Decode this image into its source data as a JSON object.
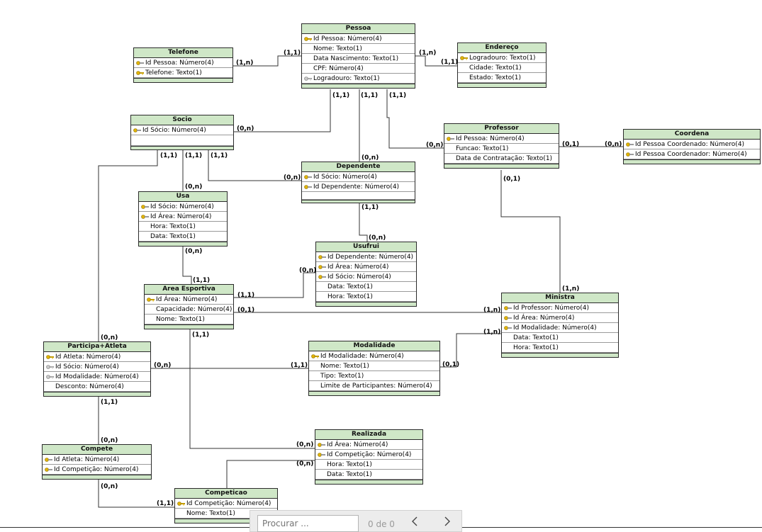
{
  "diagram": {
    "entities": {
      "pessoa": {
        "title": "Pessoa",
        "fields": [
          "Id Pessoa: Número(4)",
          "Nome: Texto(1)",
          "Data Nascimento: Texto(1)",
          "CPF: Número(4)",
          "Logradouro: Texto(1)"
        ]
      },
      "telefone": {
        "title": "Telefone",
        "fields": [
          "Id Pessoa: Número(4)",
          "Telefone: Texto(1)"
        ]
      },
      "endereco": {
        "title": "Endereço",
        "fields": [
          "Logradouro: Texto(1)",
          "Cidade: Texto(1)",
          "Estado: Texto(1)"
        ]
      },
      "socio": {
        "title": "Socio",
        "fields": [
          "Id Sócio: Número(4)"
        ]
      },
      "professor": {
        "title": "Professor",
        "fields": [
          "Id Pessoa: Número(4)",
          "Funcao: Texto(1)",
          "Data de Contratação: Texto(1)"
        ]
      },
      "coordena": {
        "title": "Coordena",
        "fields": [
          "Id Pessoa Coordenado: Número(4)",
          "Id Pessoa Coordenador: Número(4)"
        ]
      },
      "dependente": {
        "title": "Dependente",
        "fields": [
          "Id Sócio: Número(4)",
          "Id Dependente: Número(4)"
        ]
      },
      "usa": {
        "title": "Usa",
        "fields": [
          "Id Sócio: Número(4)",
          "Id Área: Número(4)",
          "Hora: Texto(1)",
          "Data: Texto(1)"
        ]
      },
      "usufrui": {
        "title": "Usufrui",
        "fields": [
          "Id Dependente: Número(4)",
          "Id Área: Número(4)",
          "Id Sócio: Número(4)",
          "Data: Texto(1)",
          "Hora: Texto(1)"
        ]
      },
      "area_esportiva": {
        "title": "Area Esportiva",
        "fields": [
          "Id Área: Número(4)",
          "Capacidade: Número(4)",
          "Nome: Texto(1)"
        ]
      },
      "ministra": {
        "title": "Ministra",
        "fields": [
          "Id Professor: Número(4)",
          "Id Área: Número(4)",
          "Id Modalidade: Número(4)",
          "Data: Texto(1)",
          "Hora: Texto(1)"
        ]
      },
      "participa_atleta": {
        "title": "Participa+Atleta",
        "fields": [
          "Id Atleta: Número(4)",
          "Id Sócio: Número(4)",
          "Id Modalidade: Número(4)",
          "Desconto: Número(4)"
        ]
      },
      "modalidade": {
        "title": "Modalidade",
        "fields": [
          "Id Modalidade: Número(4)",
          "Nome: Texto(1)",
          "Tipo: Texto(1)",
          "Limite de Participantes: Número(4)"
        ]
      },
      "compete": {
        "title": "Compete",
        "fields": [
          "Id Atleta: Número(4)",
          "Id Competição: Número(4)"
        ]
      },
      "realizada": {
        "title": "Realizada",
        "fields": [
          "Id Área: Número(4)",
          "Id Competição: Número(4)",
          "Hora: Texto(1)",
          "Data: Texto(1)"
        ]
      },
      "competicao": {
        "title": "Competicao",
        "fields": [
          "Id Competição: Número(4)",
          "Nome: Texto(1)"
        ]
      }
    },
    "cardinalities": {
      "tel_pessoa_a": "(1,n)",
      "tel_pessoa_b": "(1,1)",
      "pes_end_a": "(1,n)",
      "pes_end_b": "(1,1)",
      "pes_socio_a": "(1,1)",
      "pes_socio_b": "(0,n)",
      "pes_dep_a": "(1,1)",
      "pes_dep_b": "(0,n)",
      "pes_prof_a": "(1,1)",
      "pes_prof_b": "(0,n)",
      "prof_coord_a": "(0,1)",
      "prof_coord_b": "(0,n)",
      "prof_min_a": "(0,1)",
      "prof_min_b": "(1,n)",
      "socio_part": "(1,1)",
      "socio_usa": "(1,1)",
      "socio_dep_a": "(1,1)",
      "socio_dep_b": "(0,n)",
      "usa_top": "(0,n)",
      "usa_bottom": "(0,n)",
      "area_usa": "(1,1)",
      "area_usuf_a": "(1,1)",
      "area_usuf_b": "(0,n)",
      "area_min_a": "(0,1)",
      "area_min_b": "(1,n)",
      "area_real_a": "(1,1)",
      "area_real_b": "(0,n)",
      "dep_usuf_a": "(1,1)",
      "dep_usuf_b": "(0,n)",
      "mod_min_a": "(0,1)",
      "mod_min_b": "(1,n)",
      "part_top": "(0,n)",
      "part_mod_a": "(0,n)",
      "part_mod_b": "(1,1)",
      "part_comp_a": "(1,1)",
      "part_comp_b": "(0,n)",
      "compete_comp_a": "(0,n)",
      "compete_comp_b": "(1,1)",
      "real_comp": "(0,n)"
    }
  },
  "search": {
    "placeholder": "Procurar ...",
    "count": "0 de 0"
  }
}
